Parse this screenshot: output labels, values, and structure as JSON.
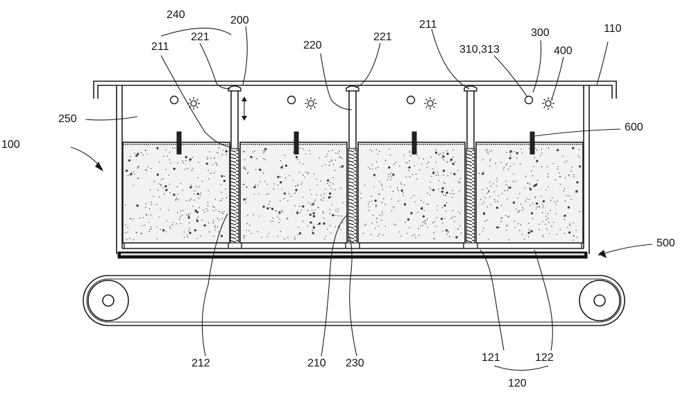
{
  "figure": {
    "refs": {
      "r240": "240",
      "r200": "200",
      "r221a": "221",
      "r211a": "211",
      "r220": "220",
      "r221b": "221",
      "r211b": "211",
      "r300": "300",
      "r310": "310,313",
      "r400": "400",
      "r110": "110",
      "r250": "250",
      "r600": "600",
      "r100": "100",
      "r500": "500",
      "r212": "212",
      "r210": "210",
      "r230": "230",
      "r121": "121",
      "r122": "122",
      "r120": "120"
    },
    "colors": {
      "line": "#1a1a1a",
      "fill_bg": "#f2f2f2",
      "speckle": "#333333"
    },
    "compartments": 4,
    "icons": [
      "circle-icon",
      "sun-icon"
    ]
  }
}
